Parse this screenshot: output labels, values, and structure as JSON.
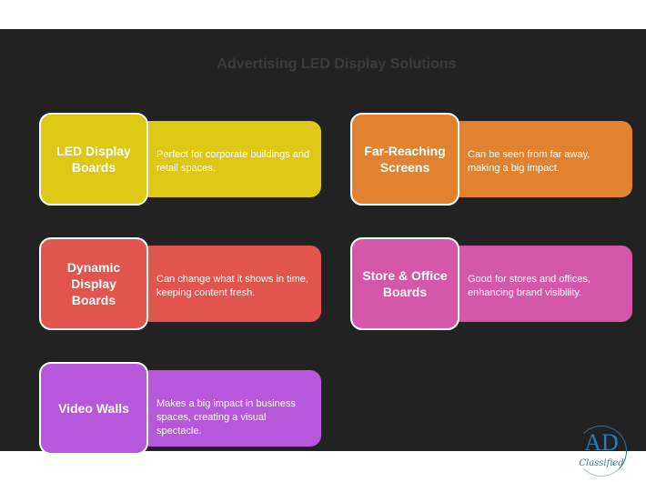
{
  "title": "Advertising LED Display Solutions",
  "cards": [
    {
      "label": "LED Display Boards",
      "description": "Perfect for corporate buildings and retail spaces.",
      "color": "#dcc815"
    },
    {
      "label": "Far-Reaching Screens",
      "description": "Can be seen from far away, making a big impact.",
      "color": "#e2822f"
    },
    {
      "label": "Dynamic Display Boards",
      "description": "Can change what it shows in time, keeping content fresh.",
      "color": "#e2554f"
    },
    {
      "label": "Store & Office Boards",
      "description": "Good for stores and offices, enhancing brand visibility.",
      "color": "#d457aa"
    },
    {
      "label": "Video Walls",
      "description": "Makes a big impact in business spaces, creating a visual spectacle.",
      "color": "#b657dc"
    }
  ],
  "logo": {
    "main": "AD",
    "sub": "Classified"
  }
}
